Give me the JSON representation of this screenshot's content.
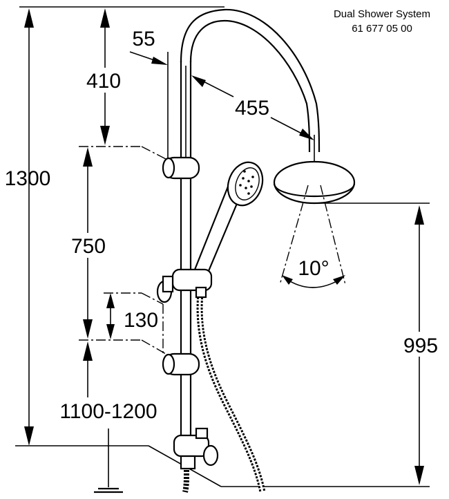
{
  "header": {
    "product_name": "Dual Shower System",
    "product_number": "61 677 05 00"
  },
  "dimensions": {
    "total_height": "1300",
    "top_segment": "410",
    "bar_diameter": "55",
    "arm_reach": "455",
    "holder_spacing": "750",
    "holder_offset": "130",
    "mounting_height": "1100-1200",
    "head_height": "995",
    "spray_angle": "10°"
  }
}
